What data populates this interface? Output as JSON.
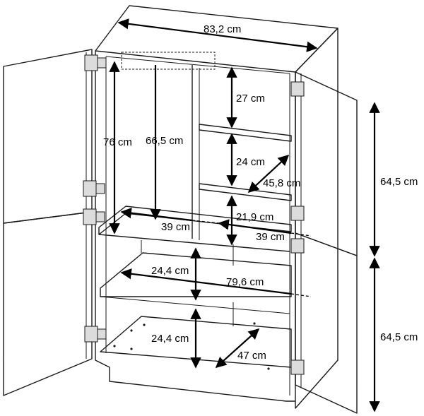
{
  "diagram": {
    "labels": {
      "overall_width": "83,2 cm",
      "height_left": "76 cm",
      "height_rail": "66,5 cm",
      "top_cubby": "27 cm",
      "mid_cubby": "24 cm",
      "shelf_depth_diag": "45,8 cm",
      "low_cubby": "21,9 cm",
      "depth_left": "39 cm",
      "depth_right": "39 cm",
      "lower_cubby_1": "24,4 cm",
      "inner_width": "79,6 cm",
      "lower_cubby_2": "24,4 cm",
      "bottom_depth": "47 cm",
      "door_upper": "64,5 cm",
      "door_lower": "64,5 cm"
    }
  }
}
